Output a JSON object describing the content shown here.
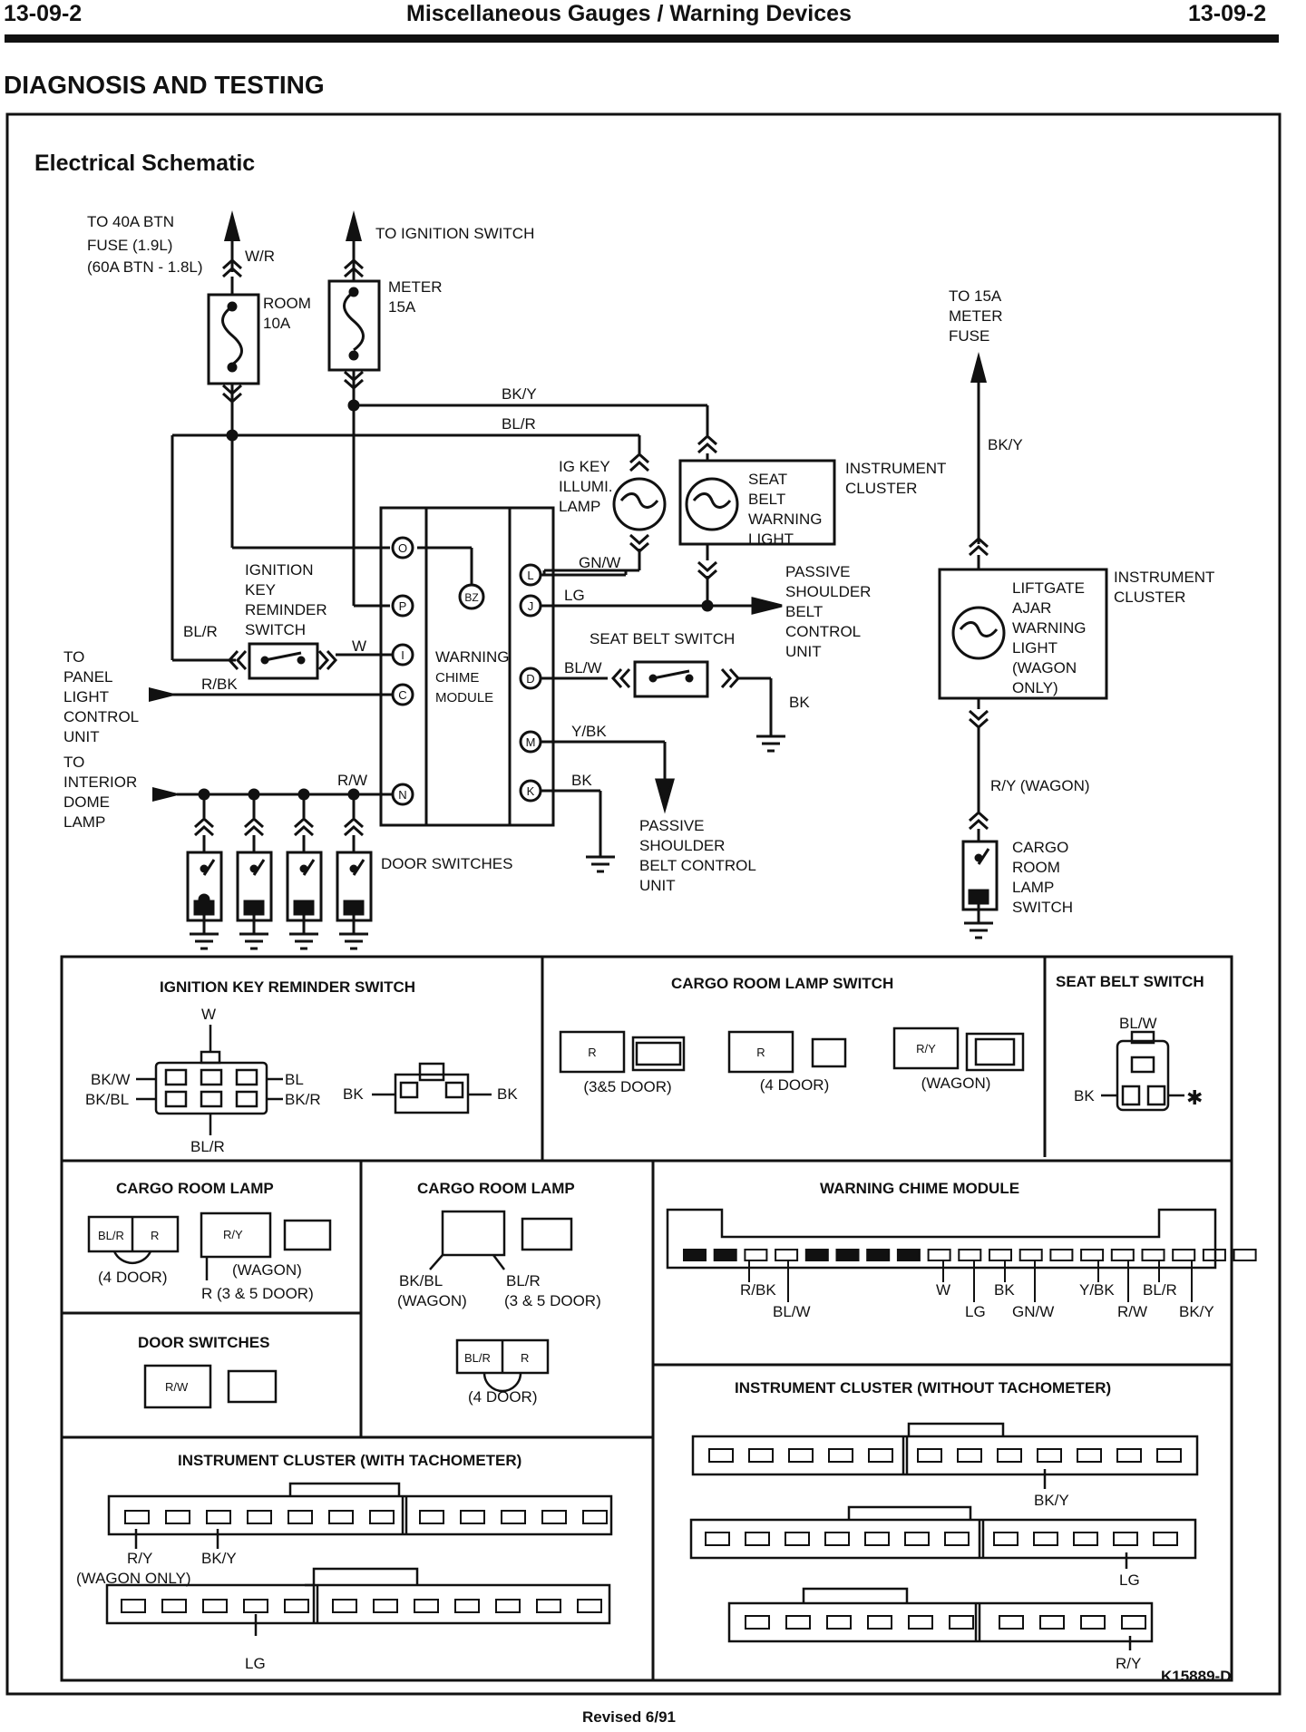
{
  "header": {
    "page_left": "13-09-2",
    "title": "Miscellaneous Gauges / Warning Devices",
    "page_right": "13-09-2"
  },
  "section_title": "DIAGNOSIS AND TESTING",
  "schematic": {
    "title": "Electrical Schematic",
    "labels": {
      "to_40a_1": "TO 40A BTN",
      "to_40a_2": "FUSE (1.9L)",
      "to_40a_3": "(60A BTN - 1.8L)",
      "wr": "W/R",
      "to_ign": "TO IGNITION SWITCH",
      "room_1": "ROOM",
      "room_2": "10A",
      "meter_1": "METER",
      "meter_2": "15A",
      "to15_1": "TO 15A",
      "to15_2": "METER",
      "to15_3": "FUSE",
      "bky_top": "BK/Y",
      "blr_top": "BL/R",
      "bky_right": "BK/Y",
      "igkey_1": "IG KEY",
      "igkey_2": "ILLUMI.",
      "igkey_3": "LAMP",
      "seat_1": "SEAT",
      "seat_2": "BELT",
      "seat_3": "WARNING",
      "seat_4": "LIGHT",
      "inst1_1": "INSTRUMENT",
      "inst1_2": "CLUSTER",
      "inst2_1": "INSTRUMENT",
      "inst2_2": "CLUSTER",
      "lift_1": "LIFTGATE",
      "lift_2": "AJAR",
      "lift_3": "WARNING",
      "lift_4": "LIGHT",
      "lift_5": "(WAGON",
      "lift_6": "ONLY)",
      "ikr_1": "IGNITION",
      "ikr_2": "KEY",
      "ikr_3": "REMINDER",
      "ikr_4": "SWITCH",
      "blr_left": "BL/R",
      "w_wire": "W",
      "rbk": "R/BK",
      "panel_1": "TO",
      "panel_2": "PANEL",
      "panel_3": "LIGHT",
      "panel_4": "CONTROL",
      "panel_5": "UNIT",
      "dome_1": "TO",
      "dome_2": "INTERIOR",
      "dome_3": "DOME",
      "dome_4": "LAMP",
      "rw": "R/W",
      "door_sw": "DOOR SWITCHES",
      "wcm_1": "WARNING",
      "wcm_2": "CHIME",
      "wcm_3": "MODULE",
      "pin_o": "O",
      "pin_p": "P",
      "pin_i": "I",
      "pin_c": "C",
      "pin_n": "N",
      "pin_l": "L",
      "pin_j": "J",
      "pin_d": "D",
      "pin_m": "M",
      "pin_k": "K",
      "bz": "BZ",
      "gnw": "GN/W",
      "lg": "LG",
      "blw": "BL/W",
      "ybk": "Y/BK",
      "bk_k": "BK",
      "bk_sb": "BK",
      "sb_switch": "SEAT BELT SWITCH",
      "psb1_1": "PASSIVE",
      "psb1_2": "SHOULDER",
      "psb1_3": "BELT",
      "psb1_4": "CONTROL",
      "psb1_5": "UNIT",
      "psb2_1": "PASSIVE",
      "psb2_2": "SHOULDER",
      "psb2_3": "BELT CONTROL",
      "psb2_4": "UNIT",
      "ry_wagon": "R/Y (WAGON)",
      "cargo_1": "CARGO",
      "cargo_2": "ROOM",
      "cargo_3": "LAMP",
      "cargo_4": "SWITCH"
    }
  },
  "connectors": {
    "ikr": {
      "title": "IGNITION KEY REMINDER SWITCH",
      "w": "W",
      "bkw": "BK/W",
      "bkbl": "BK/BL",
      "bl": "BL",
      "bkr": "BK/R",
      "blr": "BL/R",
      "bk1": "BK",
      "bk2": "BK"
    },
    "crls": {
      "title": "CARGO ROOM LAMP SWITCH",
      "r1": "R",
      "r2": "R",
      "ry": "R/Y",
      "d35": "(3&5 DOOR)",
      "d4": "(4 DOOR)",
      "wagon": "(WAGON)"
    },
    "sbs": {
      "title": "SEAT BELT SWITCH",
      "blw": "BL/W",
      "bk": "BK",
      "star": "✱"
    },
    "crl1": {
      "title": "CARGO ROOM LAMP",
      "blr": "BL/R",
      "r": "R",
      "ry": "R/Y",
      "d4": "(4 DOOR)",
      "wagon": "(WAGON)",
      "r35": "R (3 & 5 DOOR)"
    },
    "crl2": {
      "title": "CARGO ROOM LAMP",
      "bkbl": "BK/BL",
      "wagon": "(WAGON)",
      "blr": "BL/R",
      "d35": "(3 & 5 DOOR)",
      "blr2": "BL/R",
      "r": "R",
      "d4": "(4 DOOR)"
    },
    "wcm": {
      "title": "WARNING CHIME MODULE",
      "rbk": "R/BK",
      "blw": "BL/W",
      "w": "W",
      "lg": "LG",
      "bk": "BK",
      "gnw": "GN/W",
      "ybk": "Y/BK",
      "rw": "R/W",
      "blr": "BL/R",
      "bky": "BK/Y"
    },
    "ds": {
      "title": "DOOR SWITCHES",
      "rw": "R/W"
    },
    "icwt": {
      "title": "INSTRUMENT CLUSTER (WITH TACHOMETER)",
      "ry": "R/Y",
      "bky": "BK/Y",
      "wagon": "(WAGON ONLY)",
      "lg": "LG"
    },
    "icwo": {
      "title": "INSTRUMENT CLUSTER (WITHOUT TACHOMETER)",
      "bky": "BK/Y",
      "lg": "LG",
      "ry": "R/Y"
    }
  },
  "figure_id": "K15889-D",
  "footer": "Revised 6/91"
}
